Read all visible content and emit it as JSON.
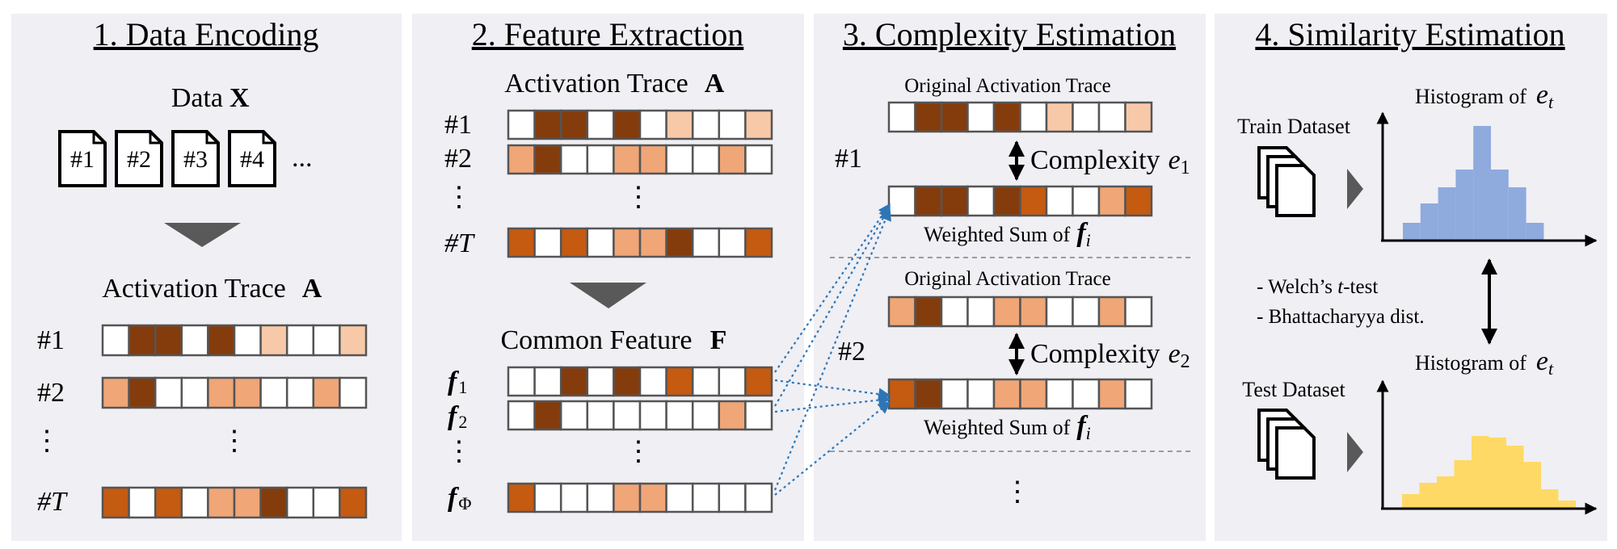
{
  "colors": {
    "panel_bg": "#efeff4",
    "cell_border": "#555555",
    "level0": "#ffffff",
    "level1": "#f8c9a8",
    "level2": "#f0a677",
    "level3": "#c55a11",
    "level4": "#843c0c",
    "arrow": "#2e75b6",
    "train_hist": "#8faadc",
    "test_hist": "#ffd966",
    "triangle": "#595959"
  },
  "panel1": {
    "title": "1. Data Encoding",
    "data_label": "Data",
    "data_symbol": "X",
    "files": [
      "#1",
      "#2",
      "#3",
      "#4"
    ],
    "files_more": "...",
    "trace_label": "Activation Trace",
    "trace_symbol": "A",
    "row_labels": [
      "#1",
      "#2",
      "#T"
    ],
    "rows": [
      [
        0,
        4,
        4,
        0,
        4,
        0,
        1,
        0,
        0,
        1
      ],
      [
        2,
        4,
        0,
        0,
        2,
        2,
        0,
        0,
        2,
        0
      ],
      [
        3,
        0,
        3,
        0,
        2,
        2,
        4,
        0,
        0,
        3
      ]
    ]
  },
  "panel2": {
    "title": "2. Feature Extraction",
    "trace_label": "Activation Trace",
    "trace_symbol": "A",
    "trace_row_labels": [
      "#1",
      "#2",
      "#T"
    ],
    "trace_rows": [
      [
        0,
        4,
        4,
        0,
        4,
        0,
        1,
        0,
        0,
        1
      ],
      [
        2,
        4,
        0,
        0,
        2,
        2,
        0,
        0,
        2,
        0
      ],
      [
        3,
        0,
        3,
        0,
        2,
        2,
        4,
        0,
        0,
        3
      ]
    ],
    "feature_label": "Common Feature",
    "feature_symbol": "F",
    "feature_row_labels": [
      "f",
      "f",
      "f"
    ],
    "feature_row_subs": [
      "1",
      "2",
      "Φ"
    ],
    "feature_rows": [
      [
        0,
        0,
        4,
        0,
        4,
        0,
        3,
        0,
        0,
        3
      ],
      [
        0,
        4,
        0,
        0,
        0,
        0,
        0,
        0,
        2,
        0
      ],
      [
        3,
        0,
        0,
        0,
        2,
        2,
        0,
        0,
        0,
        0
      ]
    ]
  },
  "panel3": {
    "title": "3. Complexity Estimation",
    "original_label": "Original Activation Trace",
    "complexity_label": "Complexity",
    "complexity_sym": "e",
    "complexity_subs": [
      "1",
      "2"
    ],
    "weighted_label": "Weighted Sum of",
    "weighted_sym": "f",
    "weighted_sub": "i",
    "group_labels": [
      "#1",
      "#2"
    ],
    "original_rows": [
      [
        0,
        4,
        4,
        0,
        4,
        0,
        1,
        0,
        0,
        1
      ],
      [
        2,
        4,
        0,
        0,
        2,
        2,
        0,
        0,
        2,
        0
      ]
    ],
    "weighted_rows": [
      [
        0,
        4,
        4,
        0,
        4,
        3,
        0,
        0,
        2,
        3
      ],
      [
        3,
        4,
        0,
        0,
        2,
        2,
        0,
        0,
        2,
        0
      ]
    ]
  },
  "panel4": {
    "title": "4. Similarity Estimation",
    "train_label": "Train Dataset",
    "test_label": "Test Dataset",
    "hist_label": "Histogram of",
    "hist_sym": "e",
    "hist_sub": "t",
    "tests": [
      "-  Welch’s ",
      "t",
      "-test",
      "-  Bhattacharyya dist."
    ]
  },
  "chart_data": [
    {
      "type": "bar",
      "series": [
        {
          "name": "Train Dataset",
          "values": [
            1.1,
            2.3,
            3.3,
            4.4,
            7.1,
            4.4,
            3.3,
            1.1
          ]
        }
      ],
      "ylabel": "",
      "xlabel": "",
      "title": "Histogram of e_t"
    },
    {
      "type": "bar",
      "series": [
        {
          "name": "Test Dataset",
          "values": [
            0.9,
            1.6,
            2.0,
            3.0,
            4.5,
            4.4,
            3.9,
            2.9,
            1.2,
            0.5
          ]
        }
      ],
      "ylabel": "",
      "xlabel": "",
      "title": "Histogram of e_t"
    }
  ]
}
